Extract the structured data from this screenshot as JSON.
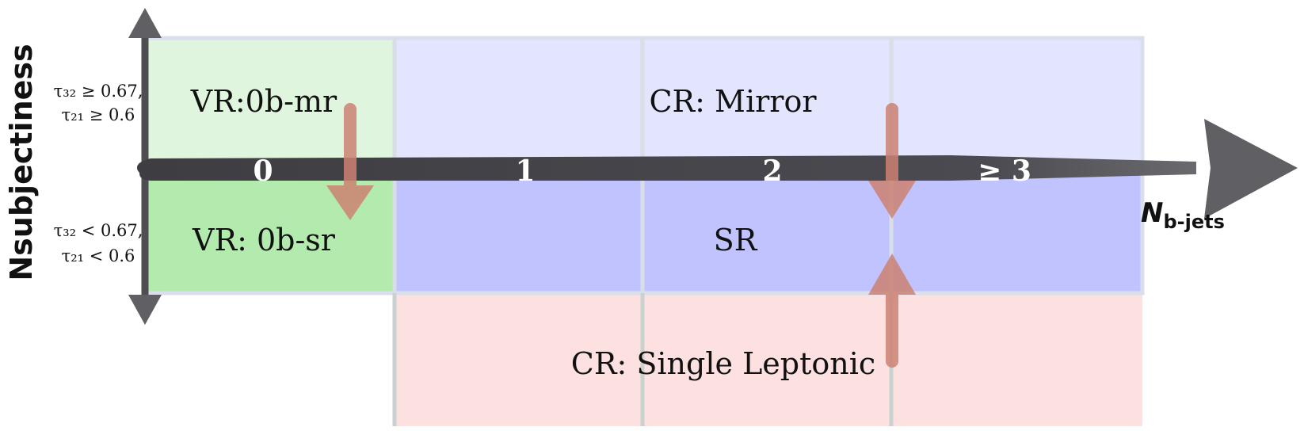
{
  "colors": {
    "vr_mirror": "#dff5de",
    "vr_signal": "#b2ebad",
    "cr_mirror": "#e3e4fd",
    "signal_region": "#c1c3fe",
    "cr_leptonic": "#fde1e1",
    "grid_line": "#d8dde6",
    "axis": "#555558",
    "arrow": "#cc8272"
  },
  "regions": {
    "vr_mirror": "VR:0b-mr",
    "vr_signal": "VR: 0b-sr",
    "cr_mirror": "CR: Mirror",
    "signal_region": "SR",
    "cr_leptonic": "CR: Single Leptonic"
  },
  "x_axis": {
    "title_main": "N",
    "title_sub": "b-jets",
    "ticks": [
      "0",
      "1",
      "2",
      "≥ 3"
    ]
  },
  "y_axis": {
    "title": "Nsubjectiness",
    "upper_cut_line1": "τ₃₂ ≥ 0.67,",
    "upper_cut_line2": "τ₂₁ ≥ 0.6",
    "lower_cut_line1": "τ₃₂ < 0.67,",
    "lower_cut_line2": "τ₂₁ < 0.6"
  }
}
